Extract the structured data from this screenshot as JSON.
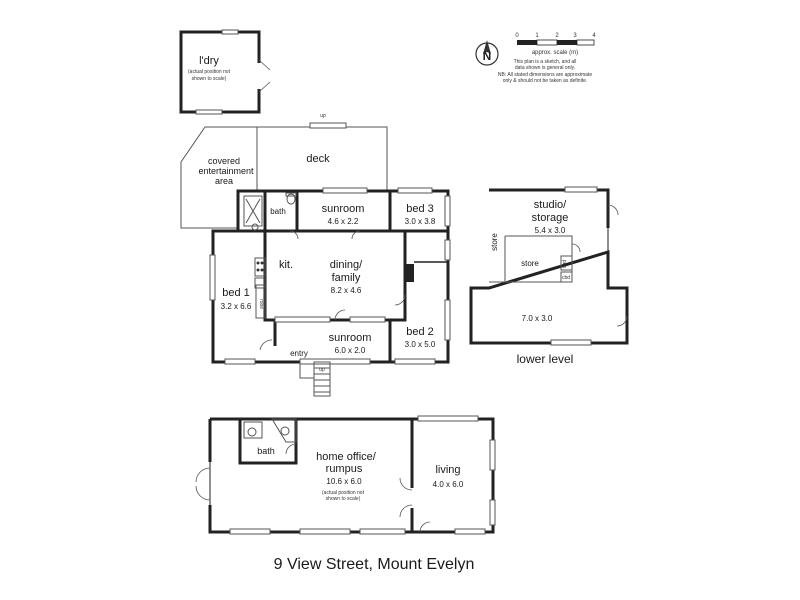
{
  "title": "9 View Street, Mount Evelyn",
  "rooms": {
    "laundry": {
      "name": "l'dry",
      "note_1": "(actual position not",
      "note_2": "shown to scale)"
    },
    "deck": {
      "name": "deck",
      "stair": "up"
    },
    "covered": {
      "line1": "covered",
      "line2": "entertainment",
      "line3": "area"
    },
    "bath_main": {
      "name": "bath"
    },
    "sunroom_top": {
      "name": "sunroom",
      "dim": "4.6 x 2.2"
    },
    "bed3": {
      "name": "bed 3",
      "dim": "3.0 x 3.8"
    },
    "kitchen": {
      "name": "kit."
    },
    "dining": {
      "line1": "dining/",
      "line2": "family",
      "dim": "8.2 x 4.6"
    },
    "bed1": {
      "name": "bed 1",
      "dim": "3.2 x 6.6"
    },
    "sunroom_bottom": {
      "name": "sunroom",
      "dim": "6.0 x 2.0"
    },
    "bed2": {
      "name": "bed 2",
      "dim": "3.0 x 5.0"
    },
    "entry": {
      "name": "entry",
      "stair": "up"
    },
    "robe": {
      "name": "robe"
    },
    "studio": {
      "line1": "studio/",
      "line2": "storage",
      "dim": "5.4 x 3.0"
    },
    "store_side": {
      "name": "store"
    },
    "store_inner": {
      "name": "store"
    },
    "cbd1": {
      "name": "cbd"
    },
    "cbd2": {
      "name": "cbd"
    },
    "lower_room": {
      "dim": "7.0 x 3.0"
    },
    "lower_level": {
      "name": "lower level"
    },
    "bath_office": {
      "name": "bath"
    },
    "office": {
      "line1": "home office/",
      "line2": "rumpus",
      "dim": "10.6 x 6.0",
      "note_1": "(actual position not",
      "note_2": "shown to scale)"
    },
    "living": {
      "name": "living",
      "dim": "4.0 x 6.0"
    }
  },
  "scale": {
    "ticks": [
      "0",
      "1",
      "2",
      "3",
      "4"
    ],
    "label": "approx. scale (m)",
    "north": "N",
    "note": [
      "This plan is a sketch, and all",
      "data shown is general only.",
      "NB: All stated dimensions are approximate",
      "only & should not be taken as definite."
    ]
  }
}
